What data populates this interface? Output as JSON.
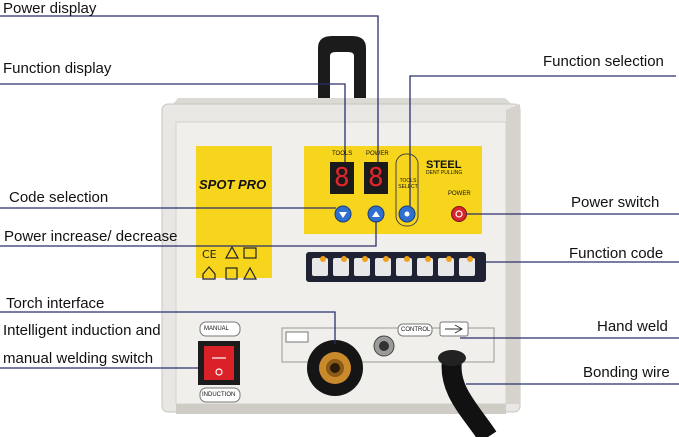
{
  "labels": {
    "power_display": "Power display",
    "function_display": "Function display",
    "function_selection": "Function selection",
    "code_selection": "Code selection",
    "power_switch": "Power switch",
    "power_increase_decrease": "Power increase/ decrease",
    "function_code": "Function code",
    "torch_interface": "Torch interface",
    "intelligent_induction_line1": "Intelligent induction and",
    "intelligent_induction_line2": "manual welding switch",
    "hand_weld": "Hand weld",
    "bonding_wire": "Bonding wire"
  },
  "panel": {
    "brand": "SPOT PRO",
    "display_left_label": "TOOLS",
    "display_right_label": "POWER",
    "display_left_digit": "8",
    "display_right_digit": "8",
    "tools_select": "TOOLS SELECT",
    "steel": "STEEL",
    "dent_pulling": "DENT PULLING",
    "power": "POWER",
    "manual": "MANUAL",
    "induction": "INDUCTION",
    "control": "CONTROL"
  },
  "colors": {
    "yellow": "#f7d51d",
    "body": "#eceae6",
    "display_red": "#e0262b",
    "blue_button": "#2f6fd0",
    "leader": "#2a2f6e"
  }
}
